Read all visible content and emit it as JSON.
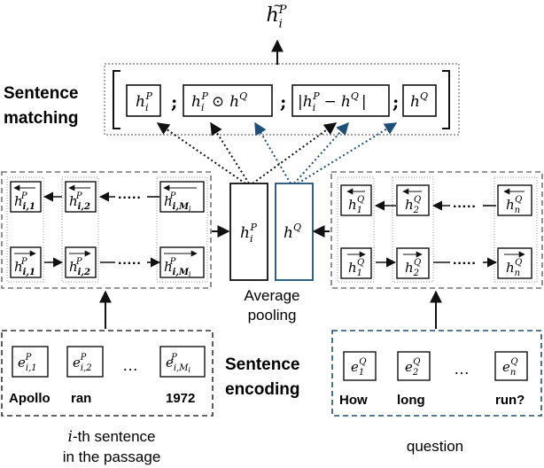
{
  "labels": {
    "sentence_matching_1": "Sentence",
    "sentence_matching_2": "matching",
    "sentence_encoding_1": "Sentence",
    "sentence_encoding_2": "encoding",
    "average_pooling_1": "Average",
    "average_pooling_2": "pooling",
    "passage_caption_1_var": "i",
    "passage_caption_1_rest": "-th sentence",
    "passage_caption_2": "in the passage",
    "question_caption": "question"
  },
  "output": {
    "symbol": "h",
    "sub": "i",
    "sup": "P",
    "tilde": "~"
  },
  "matching": {
    "sep": ";",
    "odot": "⊙",
    "minus": "−",
    "bar": "|",
    "h": "h",
    "i": "i",
    "P": "P",
    "Q": "Q"
  },
  "passage_words": [
    "Apollo",
    "ran",
    "1972"
  ],
  "question_words": [
    "How",
    "long",
    "run?"
  ],
  "ellipsis": "…",
  "dots": "·····",
  "colors": {
    "black": "#111111",
    "blue": "#1f4e79",
    "gray_dash": "#777777"
  }
}
